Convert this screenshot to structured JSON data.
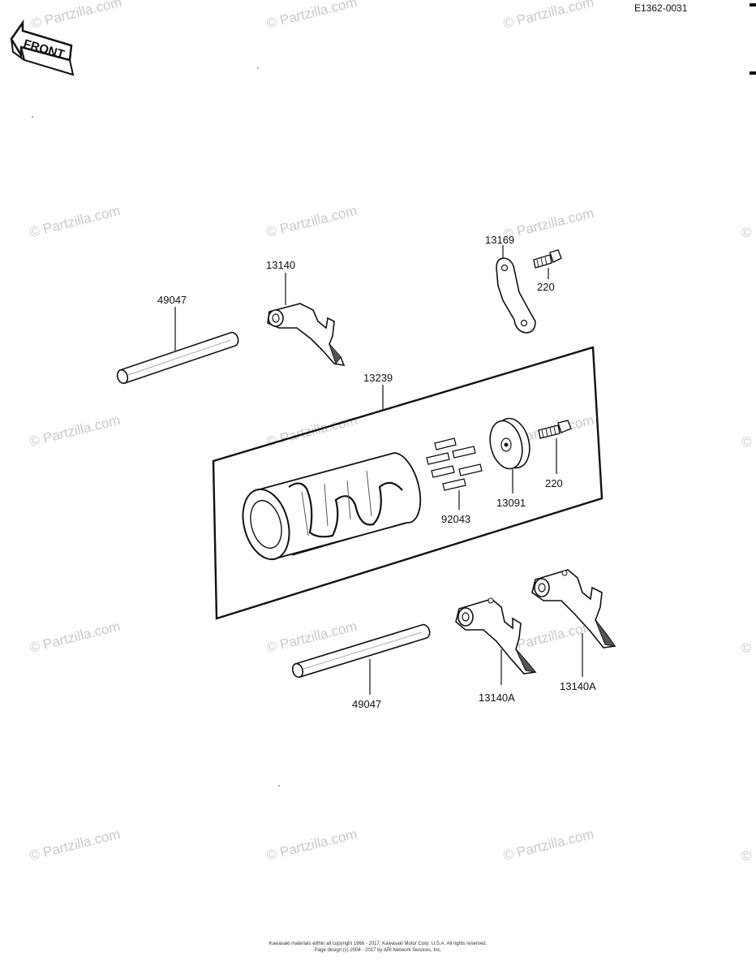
{
  "drawing_code": "E1362-0031",
  "front_label": "FRONT",
  "watermark": "© Partzilla.com",
  "watermark_short": "©",
  "parts": {
    "shaft_upper": "49047",
    "fork_upper": "13140",
    "plate": "13169",
    "bolt_upper": "220",
    "drum_assembly": "13239",
    "pins": "92043",
    "holder": "13091",
    "bolt_lower": "220",
    "shaft_lower": "49047",
    "fork_a_left": "13140A",
    "fork_a_right": "13140A"
  },
  "footer": {
    "line1": "Kawasaki materials within all copyright 1966 - 2017, Kawasaki Motor Corp. U.S.A.  All rights reserved.",
    "line2": "Page design (c) 2004 - 2017 by ARI Network Services, Inc."
  }
}
